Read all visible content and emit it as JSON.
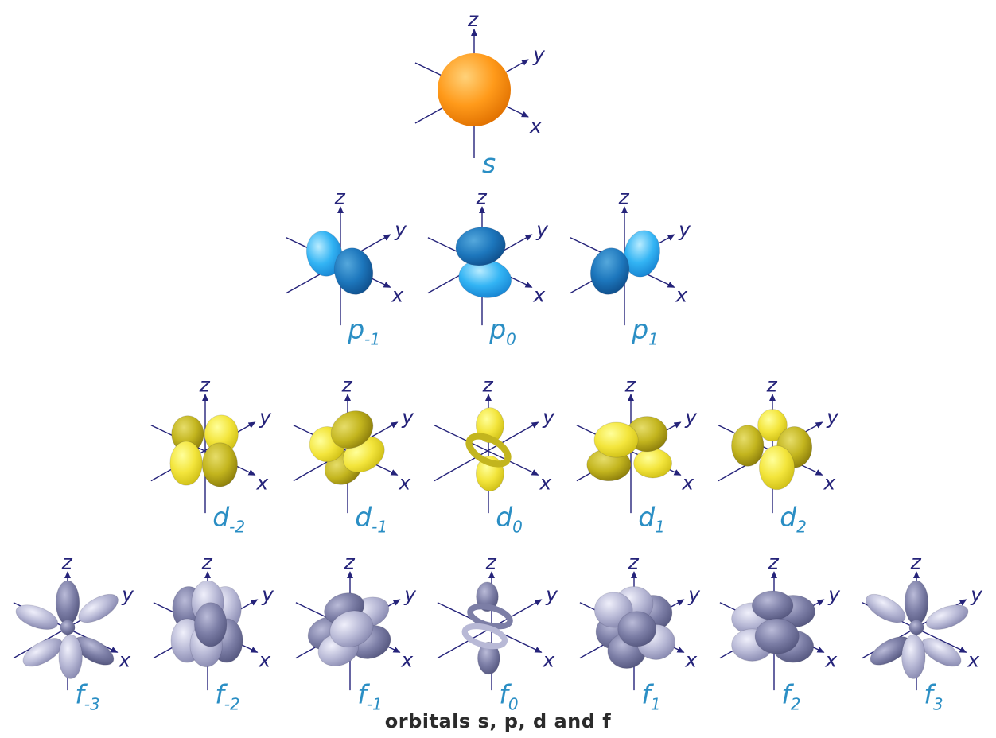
{
  "caption": "orbitals s, p, d and f",
  "axes": {
    "x": "x",
    "y": "y",
    "z": "z"
  },
  "colors": {
    "axis": "#25237a",
    "label": "#2a8ec4",
    "s_orbital": [
      "#ffd27a",
      "#ff9a1a",
      "#e07000"
    ],
    "p_orbital_light": [
      "#b9ecff",
      "#33b4f4",
      "#1784d2"
    ],
    "p_orbital_dark": [
      "#55a8dc",
      "#1d77bd",
      "#0f4f8c"
    ],
    "d_orbital_light": [
      "#ffff9a",
      "#f3e53c",
      "#cfbf16"
    ],
    "d_orbital_dark": [
      "#e6dd6a",
      "#c3b51e",
      "#8b7d0b"
    ],
    "f_orbital_light": [
      "#f0f0fb",
      "#b8b9d6",
      "#8889b0"
    ],
    "f_orbital_dark": [
      "#babbd8",
      "#7c7ea6",
      "#55577f"
    ]
  },
  "rows": [
    {
      "name": "s-row",
      "orbitals": [
        {
          "name": "s-orbital",
          "letter": "s",
          "sub": "",
          "shape": "s"
        }
      ]
    },
    {
      "name": "p-row",
      "orbitals": [
        {
          "name": "p-minus-1-orbital",
          "letter": "p",
          "sub": "-1",
          "shape": "p-1"
        },
        {
          "name": "p-0-orbital",
          "letter": "p",
          "sub": "0",
          "shape": "p0"
        },
        {
          "name": "p-1-orbital",
          "letter": "p",
          "sub": "1",
          "shape": "p1"
        }
      ]
    },
    {
      "name": "d-row",
      "orbitals": [
        {
          "name": "d-minus-2-orbital",
          "letter": "d",
          "sub": "-2",
          "shape": "d-2"
        },
        {
          "name": "d-minus-1-orbital",
          "letter": "d",
          "sub": "-1",
          "shape": "d-1"
        },
        {
          "name": "d-0-orbital",
          "letter": "d",
          "sub": "0",
          "shape": "d0"
        },
        {
          "name": "d-1-orbital",
          "letter": "d",
          "sub": "1",
          "shape": "d1"
        },
        {
          "name": "d-2-orbital",
          "letter": "d",
          "sub": "2",
          "shape": "d2"
        }
      ]
    },
    {
      "name": "f-row",
      "orbitals": [
        {
          "name": "f-minus-3-orbital",
          "letter": "f",
          "sub": "-3",
          "shape": "f-3"
        },
        {
          "name": "f-minus-2-orbital",
          "letter": "f",
          "sub": "-2",
          "shape": "f-2"
        },
        {
          "name": "f-minus-1-orbital",
          "letter": "f",
          "sub": "-1",
          "shape": "f-1"
        },
        {
          "name": "f-0-orbital",
          "letter": "f",
          "sub": "0",
          "shape": "f0"
        },
        {
          "name": "f-1-orbital",
          "letter": "f",
          "sub": "1",
          "shape": "f1"
        },
        {
          "name": "f-2-orbital",
          "letter": "f",
          "sub": "2",
          "shape": "f2"
        },
        {
          "name": "f-3-orbital",
          "letter": "f",
          "sub": "3",
          "shape": "f3"
        }
      ]
    }
  ]
}
